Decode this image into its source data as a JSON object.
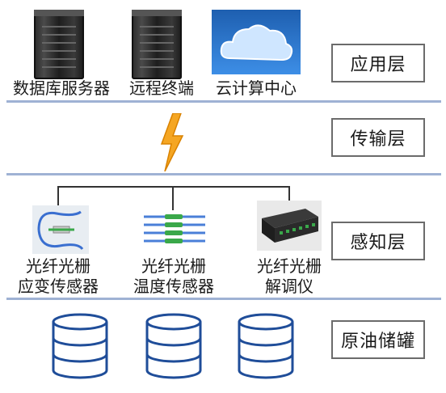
{
  "layers": {
    "application": "应用层",
    "transmission": "传输层",
    "perception": "感知层",
    "storage": "原油储罐"
  },
  "application": {
    "items": [
      "数据库服务器",
      "远程终端",
      "云计算中心"
    ]
  },
  "perception": {
    "items": [
      {
        "line1": "光纤光栅",
        "line2": "应变传感器"
      },
      {
        "line1": "光纤光栅",
        "line2": "温度传感器"
      },
      {
        "line1": "光纤光栅",
        "line2": "解调仪"
      }
    ]
  },
  "colors": {
    "divider": "#9fb2d4",
    "box_border": "#6b6b6b",
    "cylinder_stroke": "#1f4d99",
    "lightning": "#f5a623",
    "cloud": "#2f7fd9"
  },
  "icons": [
    "server-icon",
    "cloud-icon",
    "lightning-icon",
    "strain-sensor-icon",
    "temperature-sensor-icon",
    "demodulator-icon",
    "tank-icon"
  ]
}
